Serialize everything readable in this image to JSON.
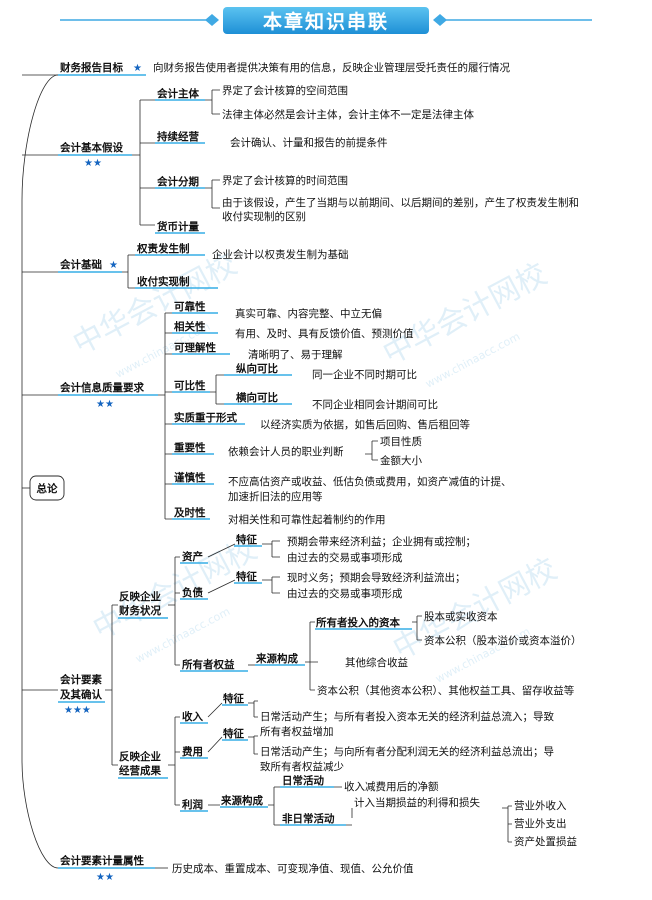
{
  "title": "本章知识串联",
  "stars": {
    "one": "★",
    "two": "★★",
    "three": "★★★"
  },
  "watermark": {
    "cn": "中华会计网校",
    "url": "www.chinaacc.com"
  },
  "root": "总论",
  "goal": {
    "label": "财务报告目标",
    "desc": "向财务报告使用者提供决策有用的信息，反映企业管理层受托责任的履行情况"
  },
  "assumptions": {
    "label": "会计基本假设",
    "entity": {
      "label": "会计主体",
      "d1": "界定了会计核算的空间范围",
      "d2": "法律主体必然是会计主体，会计主体不一定是法律主体"
    },
    "going": {
      "label": "持续经营",
      "d1": "会计确认、计量和报告的前提条件"
    },
    "period": {
      "label": "会计分期",
      "d1": "界定了会计核算的时间范围",
      "d2a": "由于该假设，产生了当期与以前期间、以后期间的差别，产生了权责发生制和",
      "d2b": "收付实现制的区别"
    },
    "money": {
      "label": "货币计量"
    }
  },
  "basis": {
    "label": "会计基础",
    "accrual": {
      "label": "权责发生制",
      "desc": "企业会计以权责发生制为基础"
    },
    "cash": {
      "label": "收付实现制"
    }
  },
  "quality": {
    "label": "会计信息质量要求",
    "reliability": {
      "label": "可靠性",
      "desc": "真实可靠、内容完整、中立无偏"
    },
    "relevance": {
      "label": "相关性",
      "desc": "有用、及时、具有反馈价值、预测价值"
    },
    "understand": {
      "label": "可理解性",
      "desc": "清晰明了、易于理解"
    },
    "compar": {
      "label": "可比性",
      "v_label": "纵向可比",
      "v_desc": "同一企业不同时期可比",
      "h_label": "横向可比",
      "h_desc": "不同企业相同会计期间可比"
    },
    "substance": {
      "label": "实质重于形式",
      "desc": "以经济实质为依据，如售后回购、售后租回等"
    },
    "material": {
      "label": "重要性",
      "desc": "依赖会计人员的职业判断",
      "s1": "项目性质",
      "s2": "金额大小"
    },
    "prudence": {
      "label": "谨慎性",
      "d1": "不应高估资产或收益、低估负债或费用，如资产减值的计提、",
      "d2": "加速折旧法的应用等"
    },
    "timely": {
      "label": "及时性",
      "desc": "对相关性和可靠性起着制约的作用"
    }
  },
  "elements": {
    "label1": "会计要素",
    "label2": "及其确认",
    "fin": {
      "l1": "反映企业",
      "l2": "财务状况",
      "asset": {
        "label": "资产",
        "feature": "特征",
        "d1": "预期会带来经济利益；企业拥有或控制；",
        "d2": "由过去的交易或事项形成"
      },
      "liab": {
        "label": "负债",
        "feature": "特征",
        "d1": "现时义务；预期会导致经济利益流出；",
        "d2": "由过去的交易或事项形成"
      },
      "equity": {
        "label": "所有者权益",
        "src": "来源构成",
        "invest": "所有者投入的资本",
        "share": "股本或实收资本",
        "premium": "资本公积（股本溢价或资本溢价）",
        "oci": "其他综合收益",
        "other": "资本公积（其他资本公积）、其他权益工具、留存收益等"
      }
    },
    "perf": {
      "l1": "反映企业",
      "l2": "经营成果",
      "rev": {
        "label": "收入",
        "feature": "特征",
        "d1": "日常活动产生；与所有者投入资本无关的经济利益总流入；导致",
        "d2": "所有者权益增加"
      },
      "exp": {
        "label": "费用",
        "feature": "特征",
        "d1": "日常活动产生；与向所有者分配利润无关的经济利益总流出；导",
        "d2": "致所有者权益减少"
      },
      "profit": {
        "label": "利润",
        "src": "来源构成",
        "daily": "日常活动",
        "daily_desc": "收入减费用后的净额",
        "non": "非日常活动",
        "non_desc": "计入当期损益的利得和损失",
        "g1": "营业外收入",
        "g2": "营业外支出",
        "g3": "资产处置损益"
      }
    }
  },
  "measure": {
    "label": "会计要素计量属性",
    "desc": "历史成本、重置成本、可变现净值、现值、公允价值"
  }
}
